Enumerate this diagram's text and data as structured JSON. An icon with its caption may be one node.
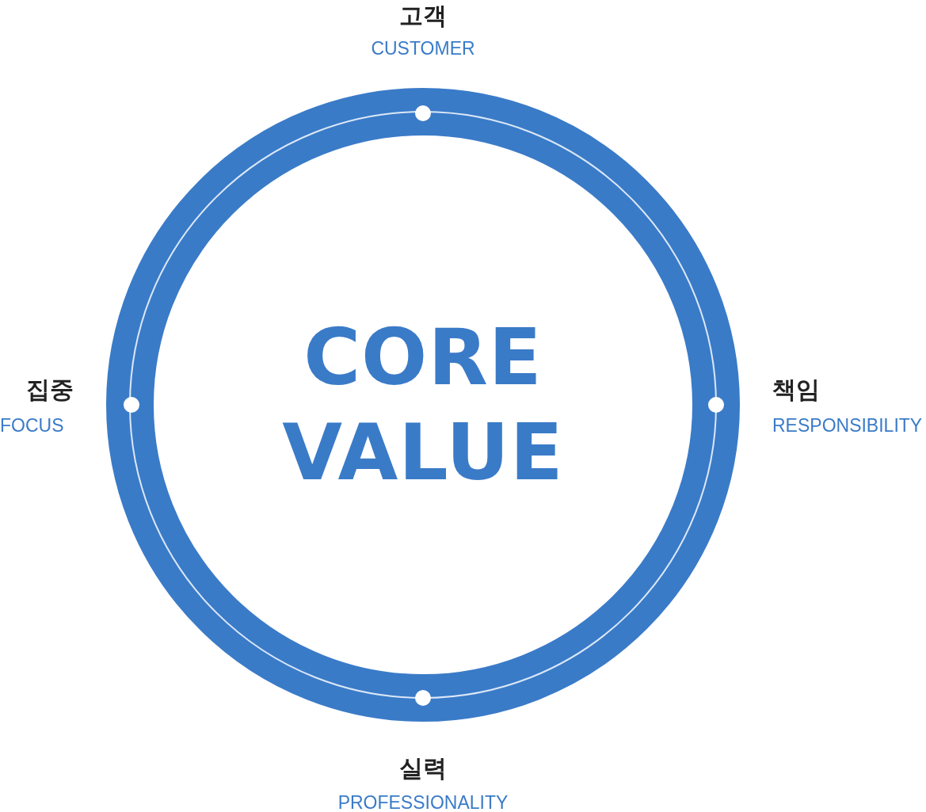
{
  "diagram": {
    "nodes": [
      {
        "text": [
          "CORE VALUE"
        ]
      }
    ],
    "labels": [
      "고객",
      "CUSTOMER",
      "집중",
      "FOCUS",
      "책임",
      "RESPONSIBILITY",
      "실력",
      "PROFESSIONALITY"
    ]
  }
}
